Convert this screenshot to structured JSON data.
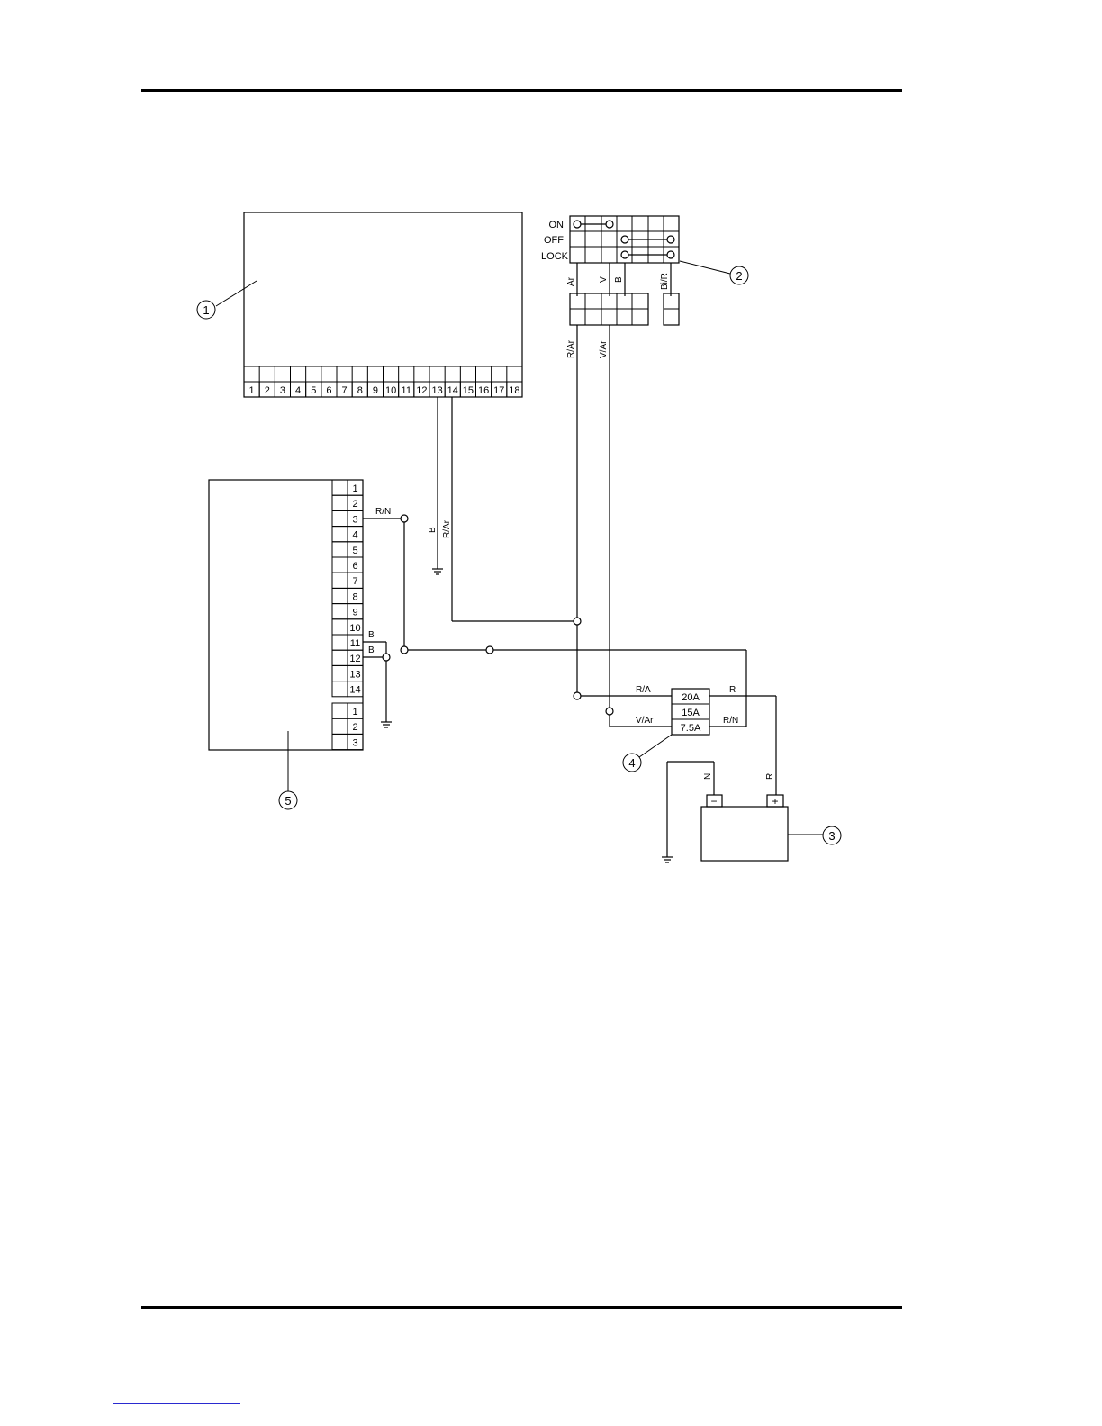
{
  "diagram": {
    "callouts": [
      "1",
      "2",
      "3",
      "4",
      "5"
    ],
    "component1": {
      "pins": [
        "1",
        "2",
        "3",
        "4",
        "5",
        "6",
        "7",
        "8",
        "9",
        "10",
        "11",
        "12",
        "13",
        "14",
        "15",
        "16",
        "17",
        "18"
      ]
    },
    "component5": {
      "pins_main": [
        "1",
        "2",
        "3",
        "4",
        "5",
        "6",
        "7",
        "8",
        "9",
        "10",
        "11",
        "12",
        "13",
        "14"
      ],
      "pins_aux": [
        "1",
        "2",
        "3"
      ]
    },
    "ignition_switch": {
      "positions": [
        "ON",
        "OFF",
        "LOCK"
      ]
    },
    "fuses": [
      "20A",
      "15A",
      "7.5A"
    ],
    "battery_terminals": {
      "negative": "−",
      "positive": "+"
    },
    "wire_labels": {
      "switch_ar": "Ar",
      "switch_v": "V",
      "switch_b": "B",
      "switch_bir": "Bi/R",
      "r_ar_switch": "R/Ar",
      "v_ar_switch": "V/Ar",
      "b_pin13": "B",
      "r_ar_pin14": "R/Ar",
      "r_n_pin3": "R/N",
      "b_pin11": "B",
      "b_pin12": "B",
      "r_a_fuse": "R/A",
      "v_ar_fuse": "V/Ar",
      "r_fuse": "R",
      "r_n_fuse": "R/N",
      "n_battery": "N",
      "r_battery": "R"
    }
  }
}
